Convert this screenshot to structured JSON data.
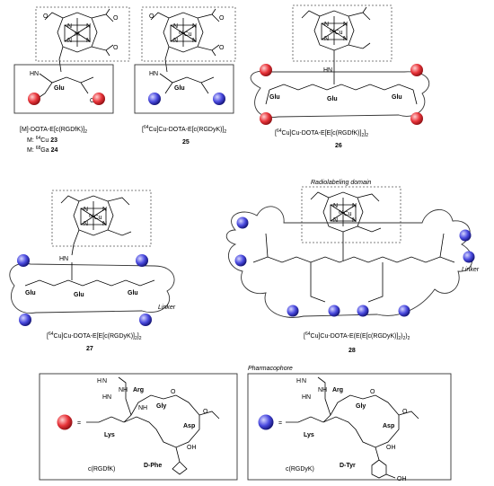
{
  "compounds": {
    "c23_24": {
      "name": "[M]-DOTA-E[c(RGDfK)]",
      "name_sub": "2",
      "m1_prefix": "M: ",
      "m1_iso": "64",
      "m1_el": "Cu",
      "m1_num": "23",
      "m2_prefix": "M: ",
      "m2_iso": "68",
      "m2_el": "Ga",
      "m2_num": "24",
      "metal_label": "M",
      "residue": "Glu",
      "amine": "HN"
    },
    "c25": {
      "iso": "64",
      "name": "Cu]Cu-DOTA-E[c(RGDyK)]",
      "name_sub": "2",
      "num": "25",
      "metal_iso": "64",
      "metal_el": "Cu",
      "residue": "Glu",
      "amine": "HN"
    },
    "c26": {
      "iso": "64",
      "name": "Cu]Cu-DOTA-E[E[c(RGDfK)]",
      "name_sub": "2",
      "name_end": "]",
      "name_sub2": "2",
      "num": "26",
      "metal_iso": "64",
      "metal_el": "Cu",
      "residues": [
        "Glu",
        "Glu",
        "Glu"
      ],
      "amine": "HN"
    },
    "c27": {
      "iso": "64",
      "name": "Cu]Cu-DOTA-E[E[c(RGDyK)]",
      "name_sub": "2",
      "name_end": "]",
      "name_sub2": "2",
      "num": "27",
      "metal_iso": "64",
      "metal_el": "Cu",
      "residues": [
        "Glu",
        "Glu",
        "Glu"
      ],
      "amine": "HN",
      "linker_label": "Linker"
    },
    "c28": {
      "iso": "64",
      "name": "Cu]Cu-DOTA-E(E(E[c(RGDyK)]",
      "name_sub": "2",
      "name_mid": ")",
      "name_sub2": "2",
      "name_end": ")",
      "name_sub3": "2",
      "num": "28",
      "metal_iso": "64",
      "metal_el": "Cu",
      "radiolabeling_label": "Radiolabeling domain",
      "linker_label": "Linker"
    }
  },
  "legend": {
    "pharmacophore_label": "Pharmacophore",
    "rgdfk": {
      "name": "c(RGDfK)",
      "equals": "=",
      "residues": [
        "Arg",
        "Gly",
        "Asp",
        "Lys",
        "D-Phe"
      ],
      "atoms": [
        "H",
        "N",
        "NH",
        "HN",
        "NH",
        "O",
        "O",
        "HN",
        "O",
        "NH",
        "OH",
        "O",
        "O",
        "HN",
        "NH",
        "O"
      ]
    },
    "rgdyk": {
      "name": "c(RGDyK)",
      "equals": "=",
      "residues": [
        "Arg",
        "Gly",
        "Asp",
        "Lys",
        "D-Tyr"
      ],
      "atoms": [
        "H",
        "N",
        "NH",
        "HN",
        "NH",
        "O",
        "O",
        "HN",
        "O",
        "NH",
        "OH",
        "O",
        "O",
        "HN",
        "NH",
        "O",
        "OH"
      ]
    }
  },
  "colors": {
    "red_sphere": "#e8343a",
    "blue_sphere": "#4a4adf"
  }
}
